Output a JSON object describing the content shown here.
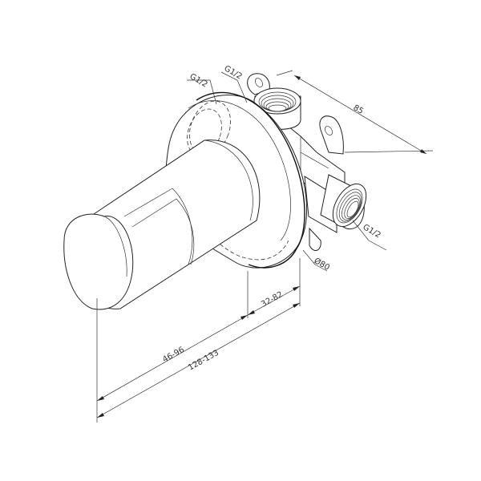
{
  "drawing": {
    "subject": "concealed shower mixer valve body with handle and rosette",
    "line_color": "#222222",
    "background": "#ffffff"
  },
  "labels": {
    "thread_top_left": "G1/2",
    "thread_top_right": "G1/2",
    "thread_side": "G1/2",
    "rosette_diameter": "Ø80"
  },
  "dimensions": {
    "depth": "85",
    "wall_range": "32-82",
    "handle_projection": "46-96",
    "overall_length": "128-133"
  }
}
